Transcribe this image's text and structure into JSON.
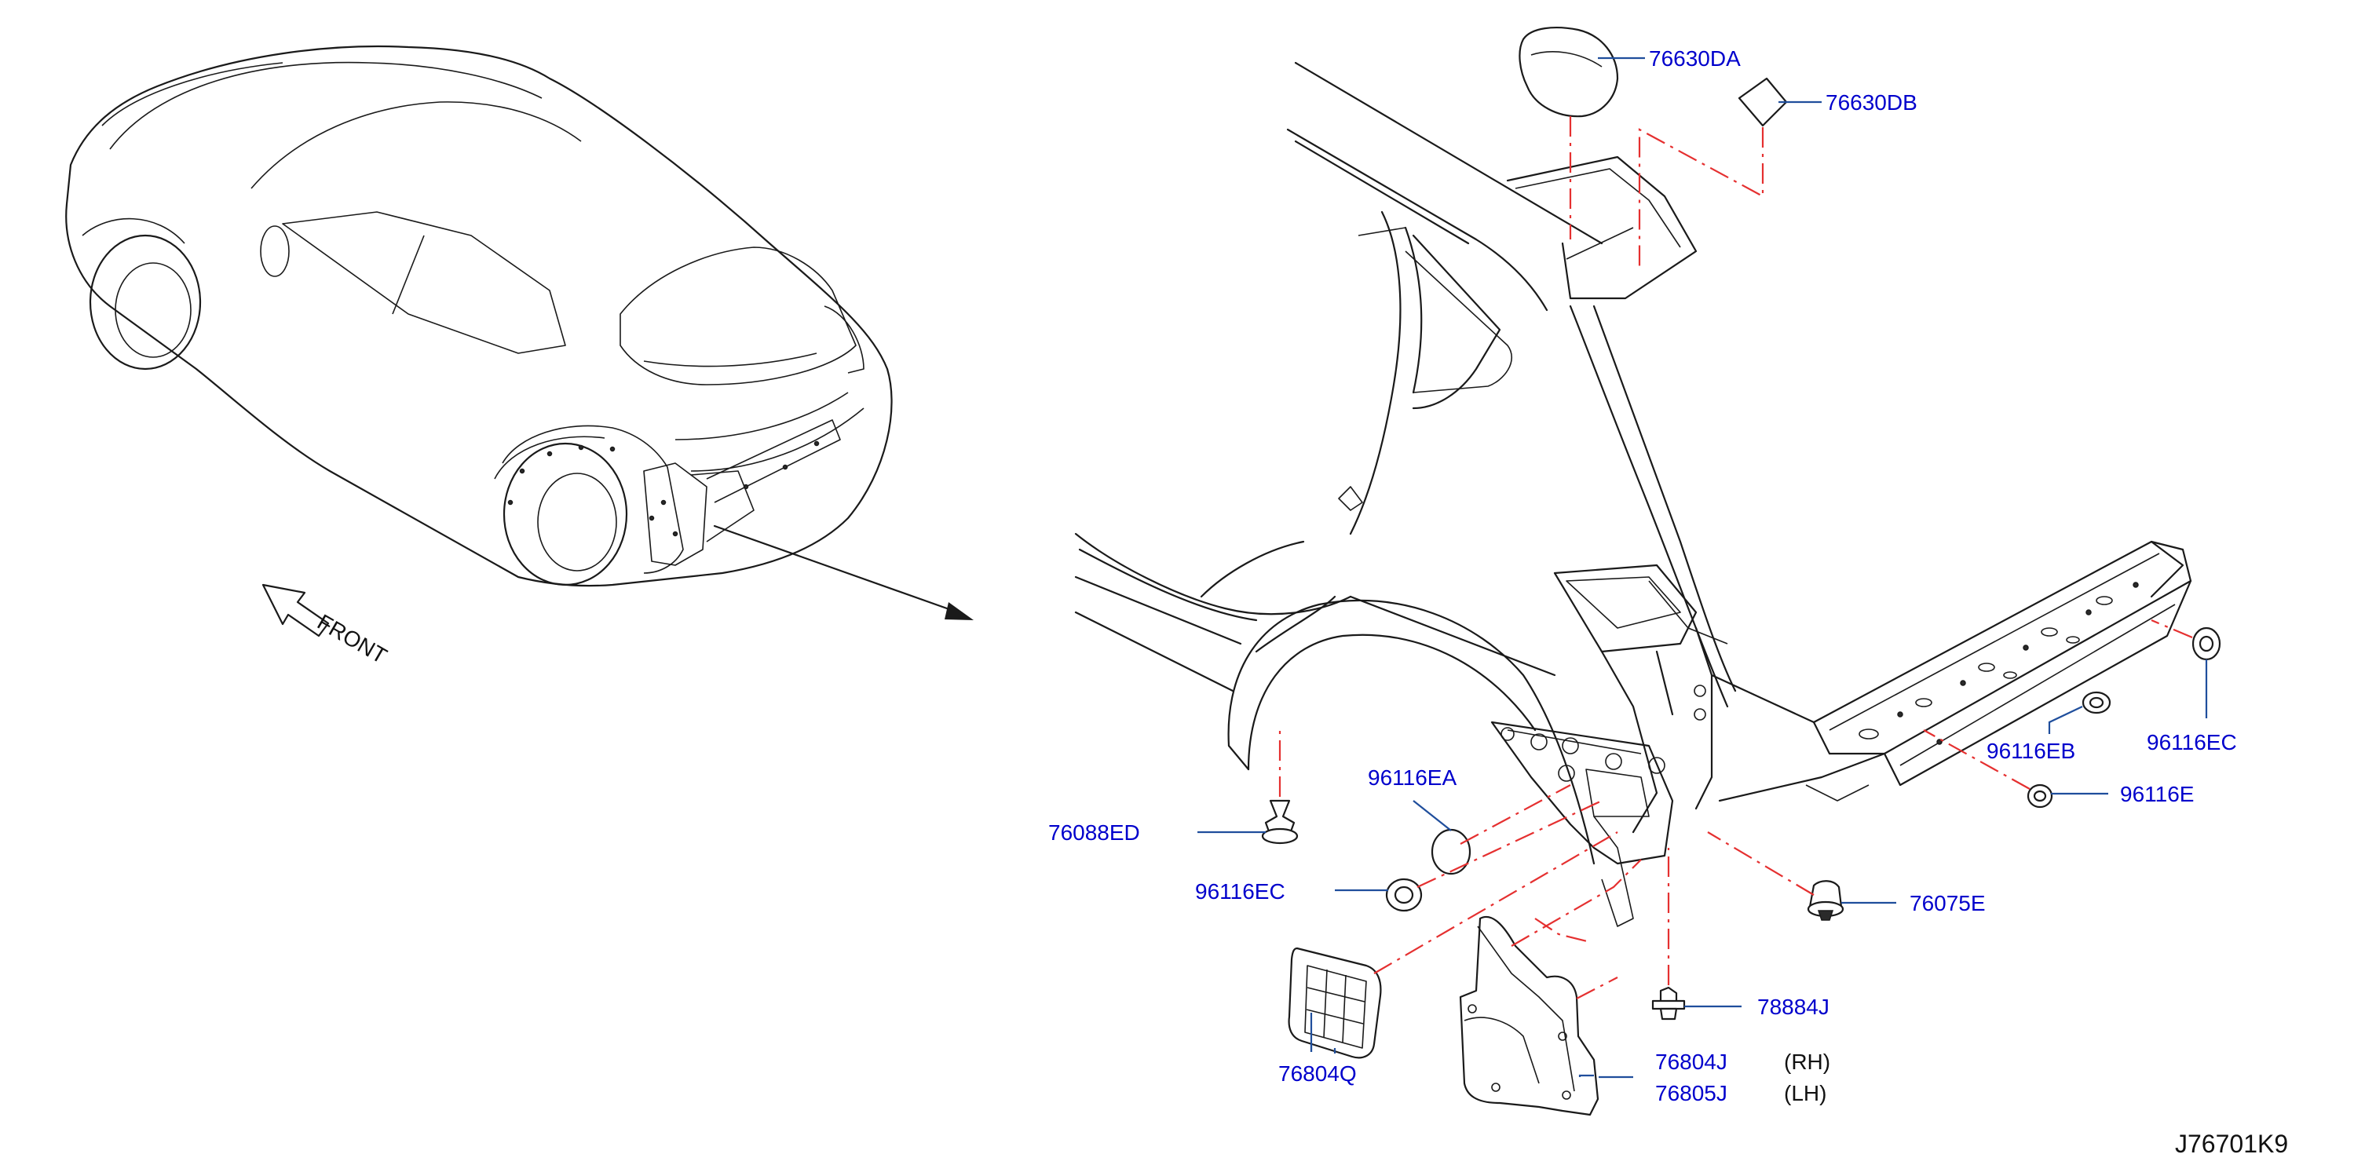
{
  "diagram_ref": "J76701K9",
  "orientation_label": "FRONT",
  "callouts": {
    "p76630DA": "76630DA",
    "p76630DB": "76630DB",
    "p96116EA": "96116EA",
    "p76088ED": "76088ED",
    "p96116EC_left": "96116EC",
    "p76804Q": "76804Q",
    "p78884J": "78884J",
    "p76804J": "76804J",
    "p76805J": "76805J",
    "p76075E": "76075E",
    "p96116E": "96116E",
    "p96116EB": "96116EB",
    "p96116EC_right": "96116EC"
  },
  "side_labels": {
    "rh": "(RH)",
    "lh": "(LH)"
  },
  "colors": {
    "callout_text": "#0000cc",
    "leader_line": "#1f4e9c",
    "dash_line": "#e53030",
    "line_art": "#1a1a1a"
  }
}
